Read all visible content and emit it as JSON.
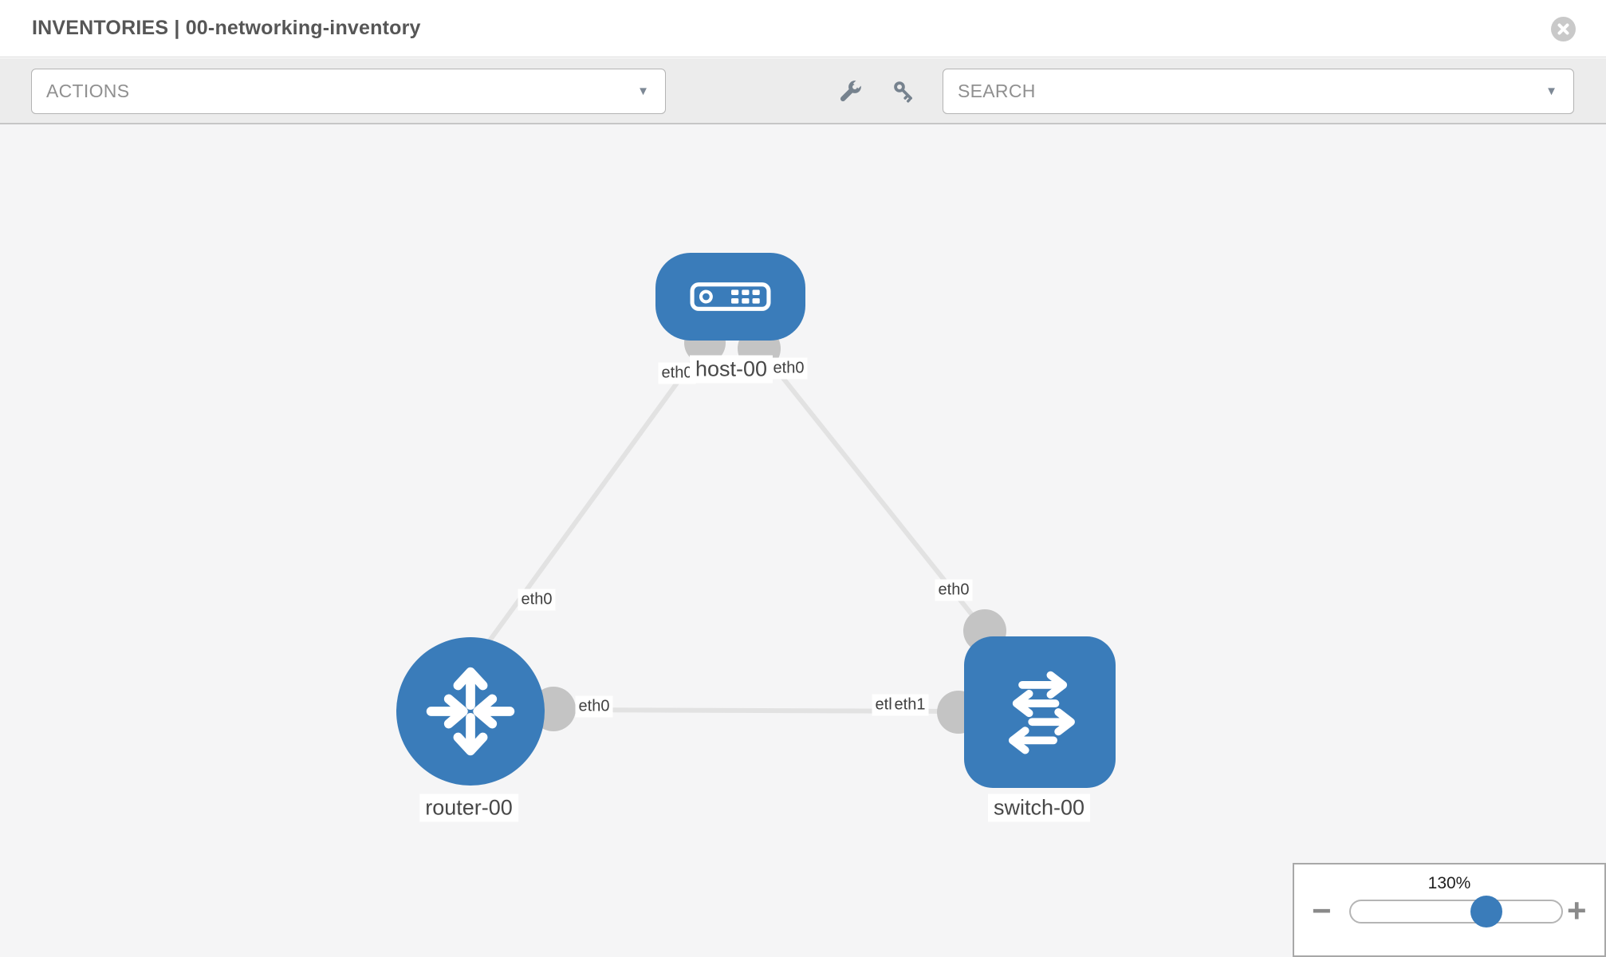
{
  "header": {
    "title": "INVENTORIES | 00-networking-inventory"
  },
  "toolbar": {
    "actions_label": "ACTIONS",
    "search_placeholder": "SEARCH"
  },
  "icons": {
    "close": "x-circle",
    "configure": "wrench",
    "credentials": "key",
    "dropdown_caret": "▼",
    "host_node": "server",
    "router_node": "route-arrows",
    "switch_node": "exchange-arrows"
  },
  "topology": {
    "nodes": [
      {
        "id": "host-00",
        "type": "host",
        "label": "host-00"
      },
      {
        "id": "router-00",
        "type": "router",
        "label": "router-00"
      },
      {
        "id": "switch-00",
        "type": "switch",
        "label": "switch-00"
      }
    ],
    "links": [
      {
        "from": "host-00",
        "from_interface": "eth0",
        "to": "router-00",
        "to_interface": "eth0"
      },
      {
        "from": "host-00",
        "from_interface": "eth0",
        "to": "switch-00",
        "to_interface": "eth0"
      },
      {
        "from": "router-00",
        "from_interface": "eth0",
        "to": "switch-00",
        "to_interface": "eth1"
      }
    ],
    "interface_labels": {
      "host_end_left": "eth0",
      "host_end_right": "eth0",
      "router_end_upper": "eth0",
      "router_end_mid": "eth0",
      "switch_end_upper": "eth0",
      "switch_end_mid_back": "eth0",
      "switch_end_mid_front": "eth1"
    }
  },
  "zoom_panel": {
    "level": "130%",
    "minus_label": "−",
    "plus_label": "+",
    "slider_fraction_pct": 64.5
  },
  "colors": {
    "node_blue": "#3a7cba",
    "interface_gray": "#c4c4c4",
    "link_gray": "#e2e2e2",
    "accent_blue": "#3a7cba"
  }
}
